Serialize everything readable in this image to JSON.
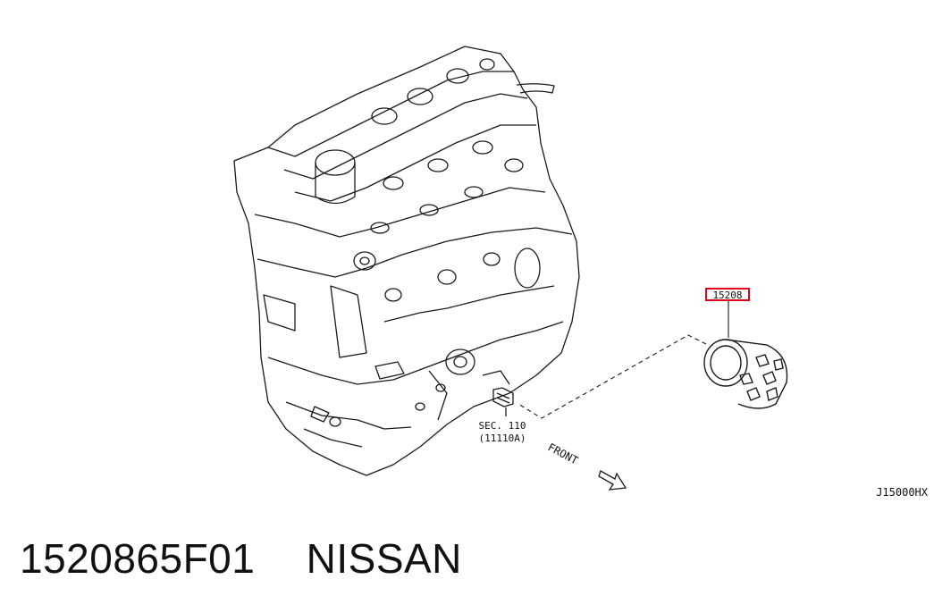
{
  "diagram": {
    "callout_part_number": "15208",
    "callout_highlight_color": "#e0001a",
    "section_ref_line1": "SEC. 110",
    "section_ref_line2": "(11110A)",
    "direction_label": "FRONT",
    "figure_code": "J15000HX"
  },
  "caption": {
    "part_number": "1520865F01",
    "brand": "NISSAN"
  }
}
